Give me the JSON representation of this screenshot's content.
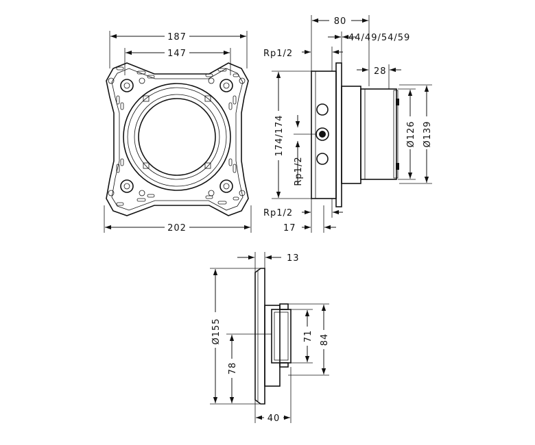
{
  "dimensions": {
    "top_width_187": "187",
    "top_width_147": "147",
    "bottom_width_202": "202",
    "side_depth_80": "80",
    "side_depth_range": "44/49/54/59",
    "side_depth_28": "28",
    "thread_top": "Rp1/2",
    "thread_left": "Rp1/2",
    "thread_bottom": "Rp1/2",
    "height_174": "174/174",
    "dia_126": "Ø126",
    "dia_139": "Ø139",
    "offset_17": "17",
    "plate_13": "13",
    "plate_dia_155": "Ø155",
    "plate_78": "78",
    "plate_71": "71",
    "plate_84": "84",
    "plate_40": "40"
  }
}
